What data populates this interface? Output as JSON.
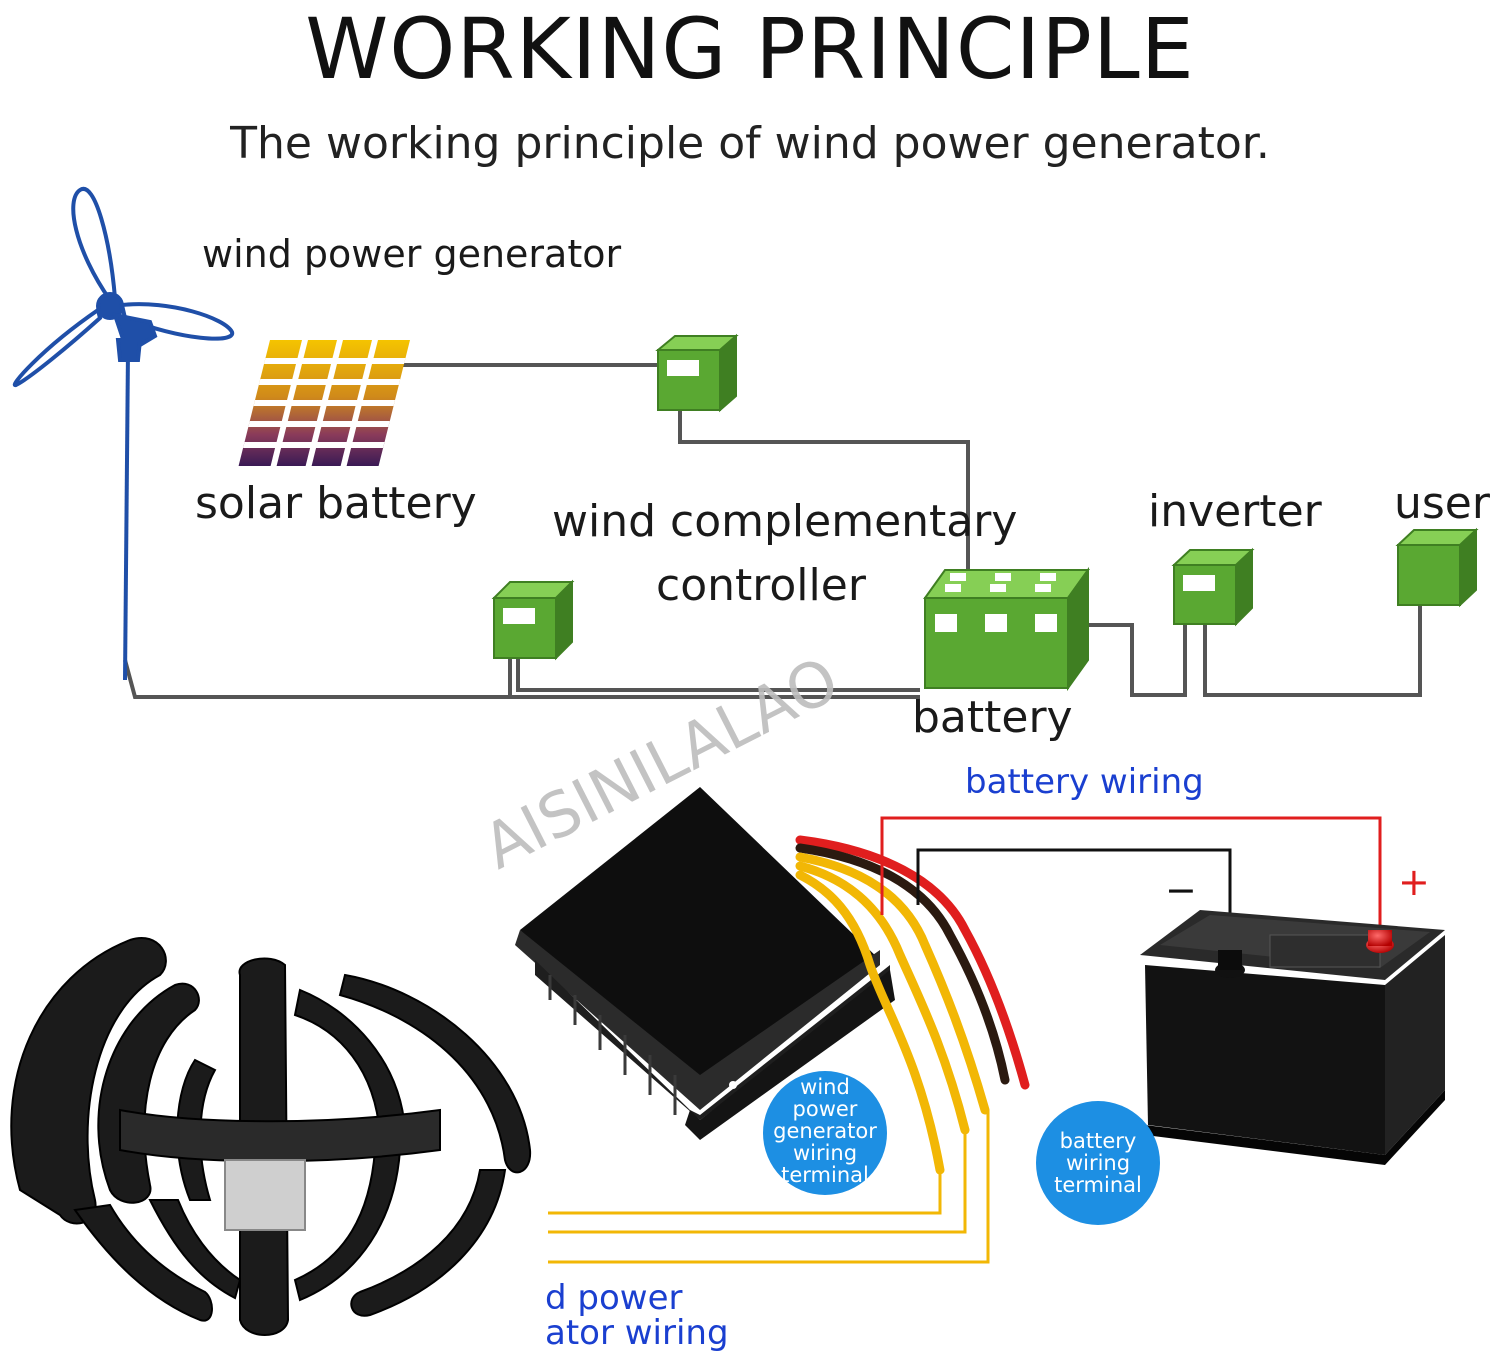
{
  "title": "WORKING PRINCIPLE",
  "subtitle": "The working principle of wind power generator.",
  "diagram": {
    "nodes": {
      "wind_power_generator": "wind power generator",
      "solar_battery": "solar battery",
      "wind_complementary_controller": [
        "wind complementary",
        "controller"
      ],
      "battery": "battery",
      "inverter": "inverter",
      "user": "user"
    }
  },
  "wiring": {
    "battery_wiring": "battery wiring",
    "generator_wiring_partial": [
      "d power",
      "ator wiring"
    ],
    "minus_sign": "−",
    "plus_sign": "+",
    "wind_terminal_badge": [
      "wind",
      "power",
      "generator",
      "wiring",
      "terminal"
    ],
    "battery_terminal_badge": [
      "battery",
      "wiring",
      "terminal"
    ]
  },
  "watermark": "AISINILALAO",
  "colors": {
    "module_green": "#5aa832",
    "module_green_dark": "#3f7f22",
    "turbine_blue": "#1f4fa8",
    "wire_gray": "#555555",
    "badge_blue": "#1d8fe3",
    "label_blue": "#1a3fd0",
    "wire_red": "#e01e1e",
    "wire_yellow": "#f2b705"
  }
}
